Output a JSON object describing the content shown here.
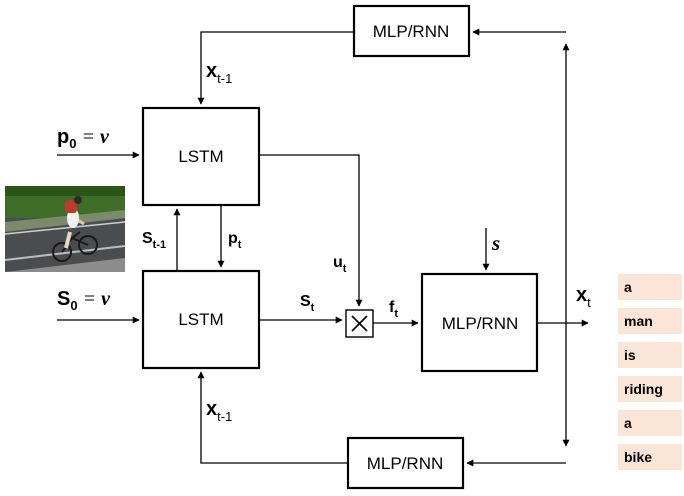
{
  "blocks": {
    "top_mlp": "MLP/RNN",
    "bottom_mlp": "MLP/RNN",
    "right_mlp": "MLP/RNN",
    "upper_lstm": "LSTM",
    "lower_lstm": "LSTM"
  },
  "labels": {
    "x_top": {
      "base": "x",
      "sub": "t-1"
    },
    "x_bottom": {
      "base": "x",
      "sub": "t-1"
    },
    "p0": {
      "base": "p",
      "sub": "0",
      "rel": " = ",
      "rhs": "v"
    },
    "s0": {
      "base": "S",
      "sub": "0",
      "rel": " = ",
      "rhs": "v"
    },
    "s_back": {
      "base": "S",
      "sub": "t-1"
    },
    "p_t": {
      "base": "p",
      "sub": "t"
    },
    "s_t": {
      "base": "S",
      "sub": "t"
    },
    "u_t": {
      "base": "u",
      "sub": "t"
    },
    "f_t": {
      "base": "f",
      "sub": "t"
    },
    "x_t": {
      "base": "x",
      "sub": "t"
    },
    "s_input": "s"
  },
  "multiply_symbol": "×",
  "caption_words": [
    "a",
    "man",
    "is",
    "riding",
    "a",
    "bike"
  ],
  "colors": {
    "word_cell": "#fbe5d6",
    "stroke": "#000000"
  }
}
